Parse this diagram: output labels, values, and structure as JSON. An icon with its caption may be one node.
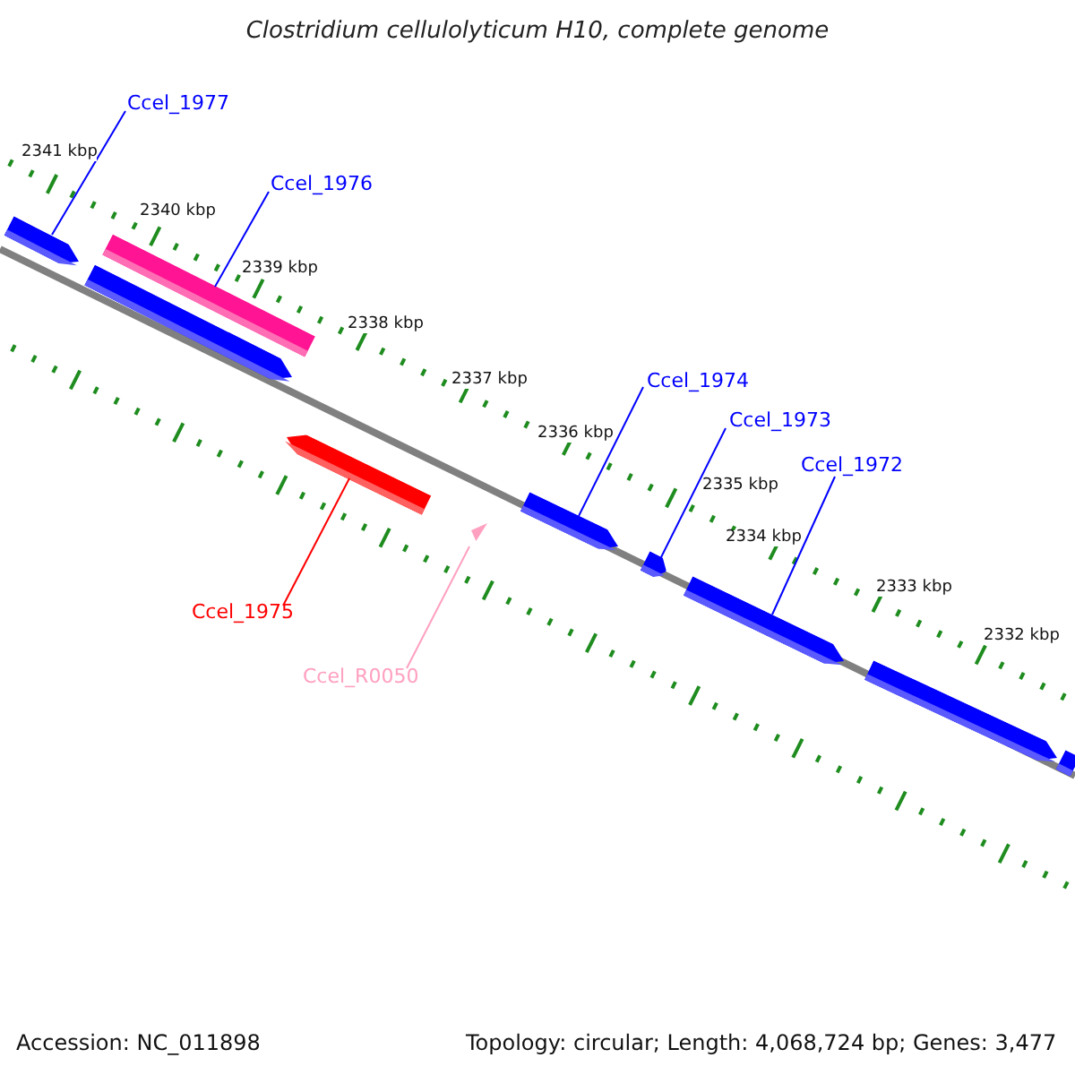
{
  "diagram": {
    "title": "Clostridium cellulolyticum H10, complete genome",
    "nodes": [
      {
        "text": [
          "Ccel_1977"
        ]
      },
      {
        "text": [
          "Ccel_1976"
        ]
      },
      {
        "text": [
          "Ccel_1975"
        ]
      },
      {
        "text": [
          "Ccel_R0050"
        ]
      },
      {
        "text": [
          "Ccel_1974"
        ]
      },
      {
        "text": [
          "Ccel_1973"
        ]
      },
      {
        "text": [
          "Ccel_1972"
        ]
      },
      {
        "text": [],
        "shape": "bar"
      },
      {
        "text": [],
        "shape": "bar"
      },
      {
        "text": [],
        "shape": "bar"
      },
      {
        "text": [],
        "shape": "bar"
      },
      {
        "text": [],
        "shape": "triangle"
      },
      {
        "text": [],
        "shape": "bar"
      },
      {
        "text": [],
        "shape": "bar"
      },
      {
        "text": [],
        "shape": "bar"
      },
      {
        "text": [],
        "shape": "bar"
      },
      {
        "text": [],
        "shape": "bar"
      }
    ],
    "edges": [
      {
        "from": 0,
        "to": 7,
        "arrow": "none"
      },
      {
        "from": 1,
        "to": 8,
        "arrow": "none"
      },
      {
        "from": 2,
        "to": 10,
        "arrow": "none",
        "color": "#ff0000"
      },
      {
        "from": 3,
        "to": 11,
        "arrow": "none",
        "color": "#ffa0c0"
      },
      {
        "from": 4,
        "to": 12,
        "arrow": "none"
      },
      {
        "from": 5,
        "to": 13,
        "arrow": "none"
      },
      {
        "from": 6,
        "to": 14,
        "arrow": "none"
      }
    ],
    "labels": [
      "2341 kbp",
      "2340 kbp",
      "2339 kbp",
      "2338 kbp",
      "2337 kbp",
      "2336 kbp",
      "2335 kbp",
      "2334 kbp",
      "2333 kbp",
      "2332 kbp",
      "Accession: NC_011898",
      "Topology: circular; Length: 4,068,724 bp; Genes: 3,477"
    ]
  }
}
